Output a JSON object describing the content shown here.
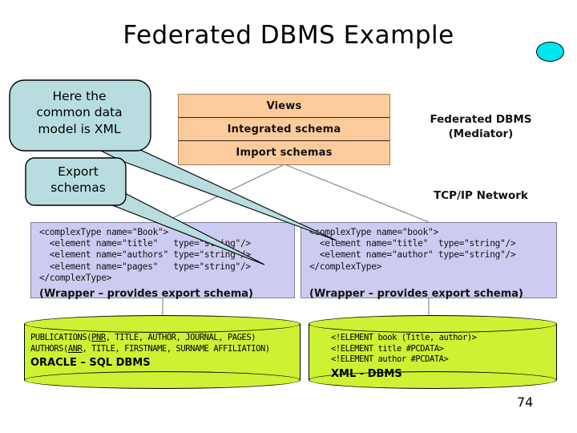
{
  "slide": {
    "title": "Federated DBMS Example",
    "page_number": "74",
    "decoration_icon": "cyan-ellipse-bullet",
    "colors": {
      "callout_fill": "#b7dde0",
      "mediator_fill": "#fbcb9b",
      "wrapper_fill": "#ccccf2",
      "database_fill": "#ccf233",
      "accent_dot": "#00e5ee",
      "connector_line": "#808090"
    }
  },
  "callouts": [
    {
      "id": "common-data-model",
      "text": "Here the\ncommon data\nmodel is XML"
    },
    {
      "id": "export-schemas",
      "text": "Export\nschemas"
    }
  ],
  "mediator": {
    "rows": [
      {
        "label": "Views"
      },
      {
        "label": "Integrated schema"
      },
      {
        "label": "Import schemas"
      }
    ],
    "label": "Federated DBMS\n(Mediator)"
  },
  "network": {
    "label": "TCP/IP Network"
  },
  "wrappers": [
    {
      "id": "wrapper-left",
      "code": [
        "<complexType name=\"Book\">",
        "  <element name=\"title\"   type=\"string\"/>",
        "  <element name=\"authors\" type=\"string\"/>",
        "  <element name=\"pages\"   type=\"string\"/>",
        "</complexType>"
      ],
      "caption": "(Wrapper – provides export schema)"
    },
    {
      "id": "wrapper-right",
      "code": [
        "<complexType name=\"book\">",
        "  <element name=\"title\"  type=\"string\"/>",
        "  <element name=\"author\" type=\"string\"/>",
        "</complexType>"
      ],
      "caption": "(Wrapper – provides export schema)"
    }
  ],
  "databases": [
    {
      "id": "oracle-sql-dbms",
      "schema_lines": [
        "PUBLICATIONS(PNR, TITLE, AUTHOR, JOURNAL, PAGES)",
        "AUTHORS(ANR, TITLE, FIRSTNAME, SURNAME AFFILIATION)"
      ],
      "underlined_keys": [
        "PNR",
        "ANR"
      ],
      "caption": "ORACLE – SQL DBMS"
    },
    {
      "id": "xml-dbms",
      "schema_lines": [
        "<!ELEMENT book (Title, author)>",
        "<!ELEMENT title #PCDATA>",
        "<!ELEMENT author #PCDATA>"
      ],
      "underlined_keys": [],
      "caption": "XML - DBMS"
    }
  ]
}
